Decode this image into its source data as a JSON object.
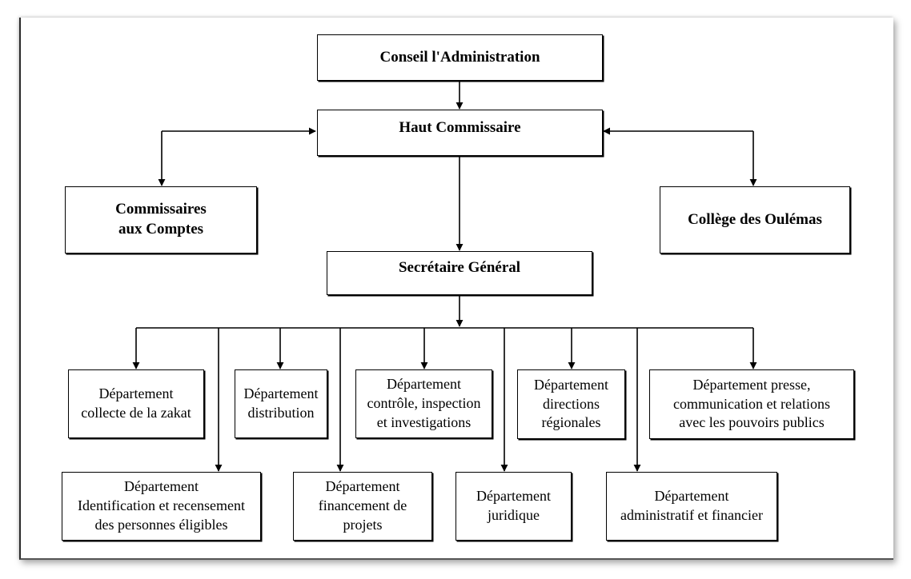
{
  "nodes": {
    "conseil": "Conseil l'Administration",
    "haut_commissaire": "Haut Commissaire",
    "commissaires_comptes": "Commissaires\naux Comptes",
    "college_oulemas": "Collège des Oulémas",
    "secretaire_general": "Secrétaire Général",
    "dept_collecte": "Département\ncollecte de la zakat",
    "dept_distribution": "Département\ndistribution",
    "dept_controle": "Département\ncontrôle, inspection\net investigations",
    "dept_directions": "Département\ndirections\nrégionales",
    "dept_presse": "Département presse,\ncommunication et relations\navec les pouvoirs publics",
    "dept_identification": "Département\nIdentification et recensement\ndes personnes éligibles",
    "dept_financement": "Département\nfinancement de\nprojets",
    "dept_juridique": "Département\njuridique",
    "dept_administratif": "Département\nadministratif et financier"
  },
  "colors": {
    "line": "#000000",
    "box_border": "#000000",
    "background": "#ffffff"
  }
}
